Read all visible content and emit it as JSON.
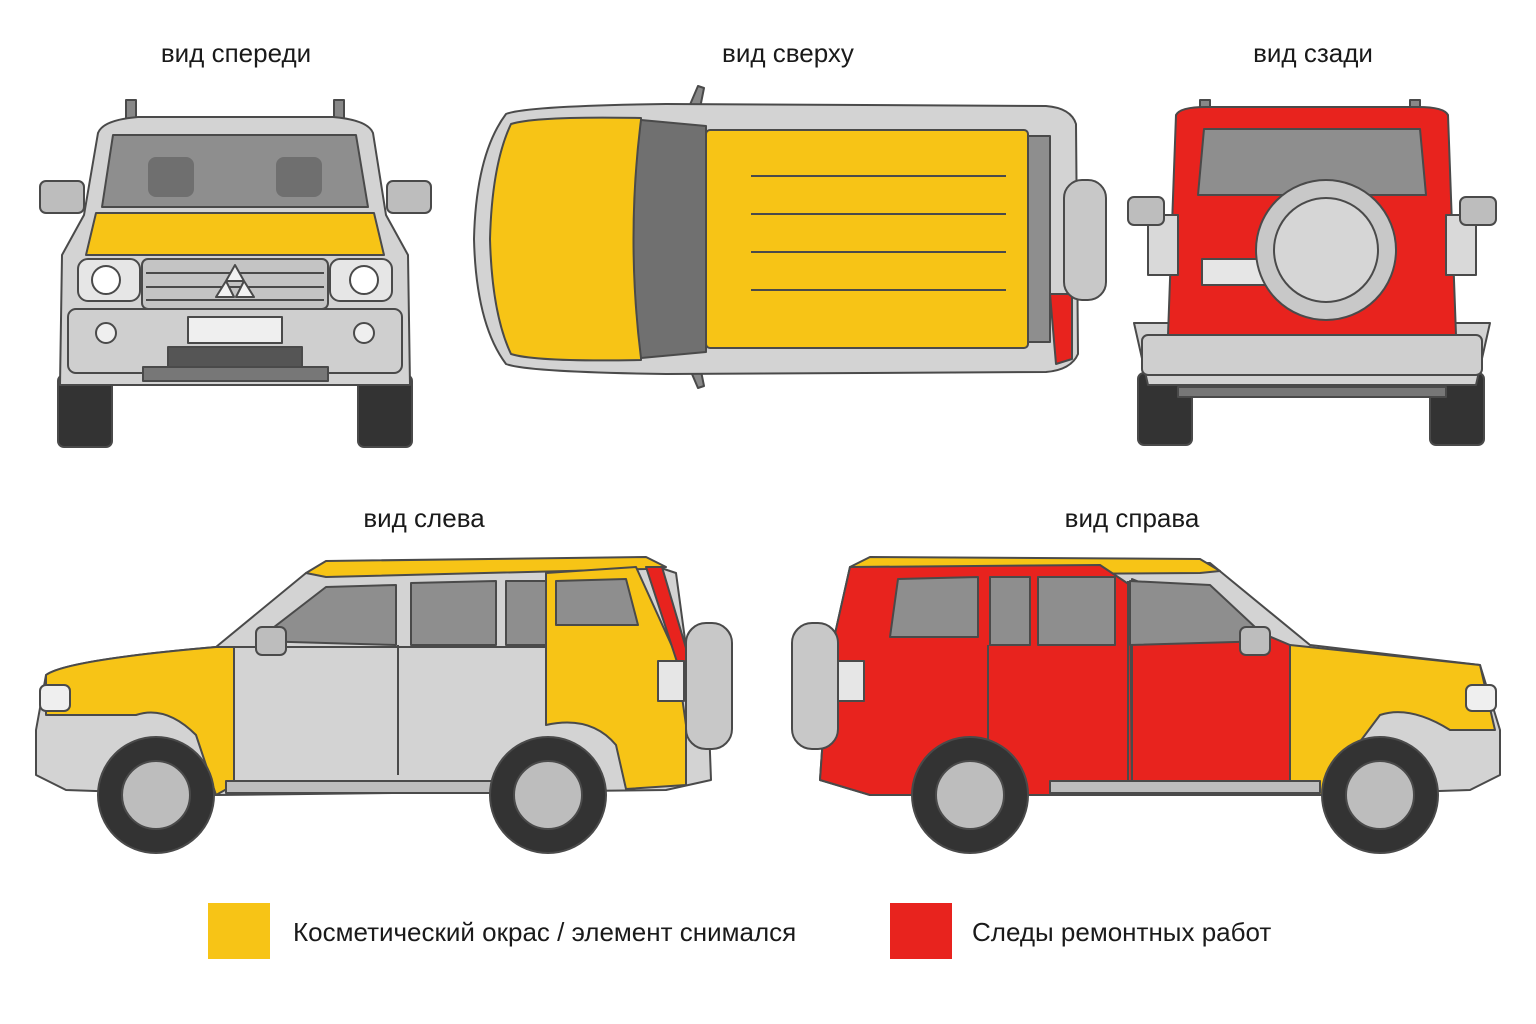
{
  "colors": {
    "cosmetic": "#F7C416",
    "repair": "#E8231E",
    "body_gray": "#D3D3D3",
    "glass": "#8E8E8E",
    "tire": "#333333",
    "outline": "#4a4a4a"
  },
  "views": {
    "front": {
      "title": "вид спереди"
    },
    "top": {
      "title": "вид сверху"
    },
    "rear": {
      "title": "вид сзади"
    },
    "left": {
      "title": "вид слева"
    },
    "right": {
      "title": "вид справа"
    }
  },
  "legend": [
    {
      "label": "Косметический окрас / элемент снимался",
      "color": "#F7C416"
    },
    {
      "label": "Следы ремонтных работ",
      "color": "#E8231E"
    }
  ]
}
